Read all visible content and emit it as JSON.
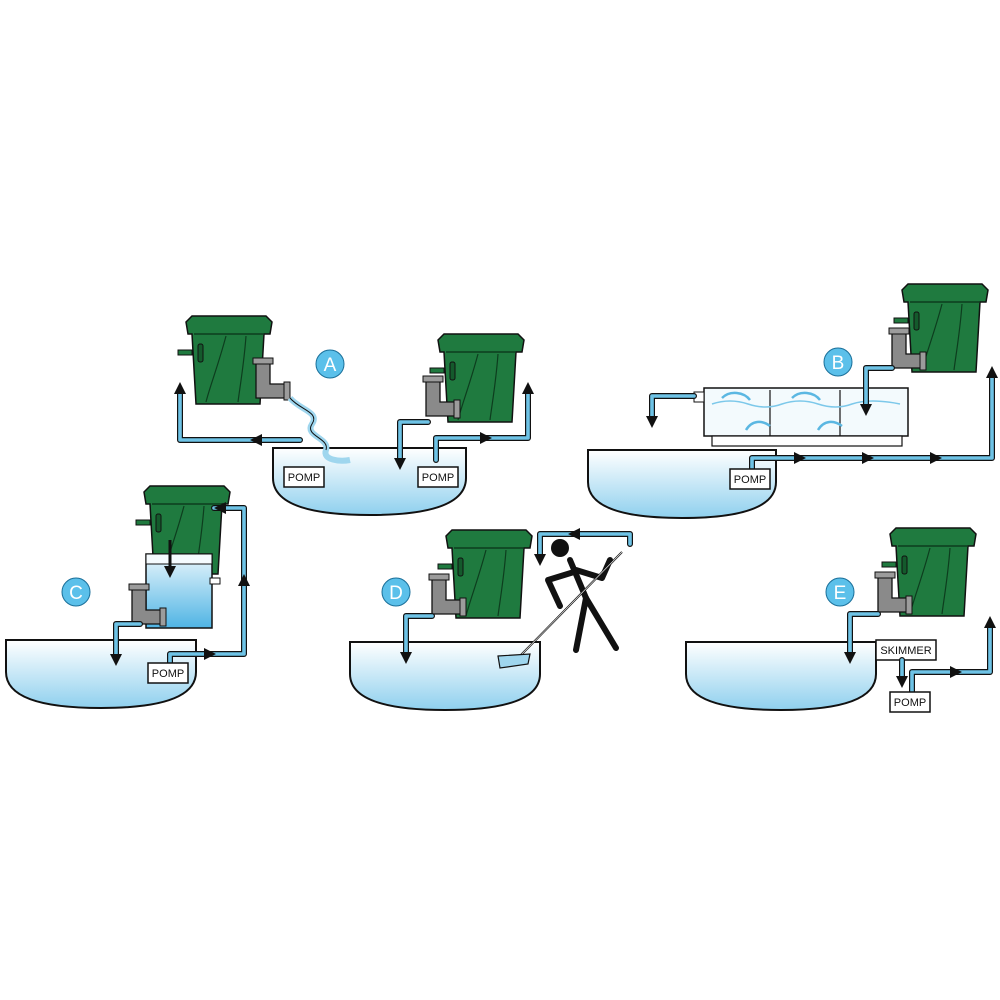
{
  "colors": {
    "filter_green": "#1f7a3f",
    "filter_dark": "#145a2c",
    "water_top": "#ffffff",
    "water_bottom": "#8fd0ee",
    "pipe_blue": "#6ec3e6",
    "pipe_gray": "#8a8a8a",
    "badge_blue": "#5bc0ea",
    "outline": "#111111"
  },
  "icons": [
    "filter-box-icon",
    "pump-icon",
    "arrow-icon",
    "person-icon",
    "pond-vacuum-icon",
    "pipe-elbow-icon"
  ],
  "scenarios": [
    {
      "letter": "A",
      "pumps": [
        "POMP",
        "POMP"
      ]
    },
    {
      "letter": "B",
      "pumps": [
        "POMP"
      ]
    },
    {
      "letter": "C",
      "pumps": [
        "POMP"
      ]
    },
    {
      "letter": "D",
      "pumps": []
    },
    {
      "letter": "E",
      "pumps": [
        "POMP"
      ],
      "skimmer": "SKIMMER"
    }
  ]
}
